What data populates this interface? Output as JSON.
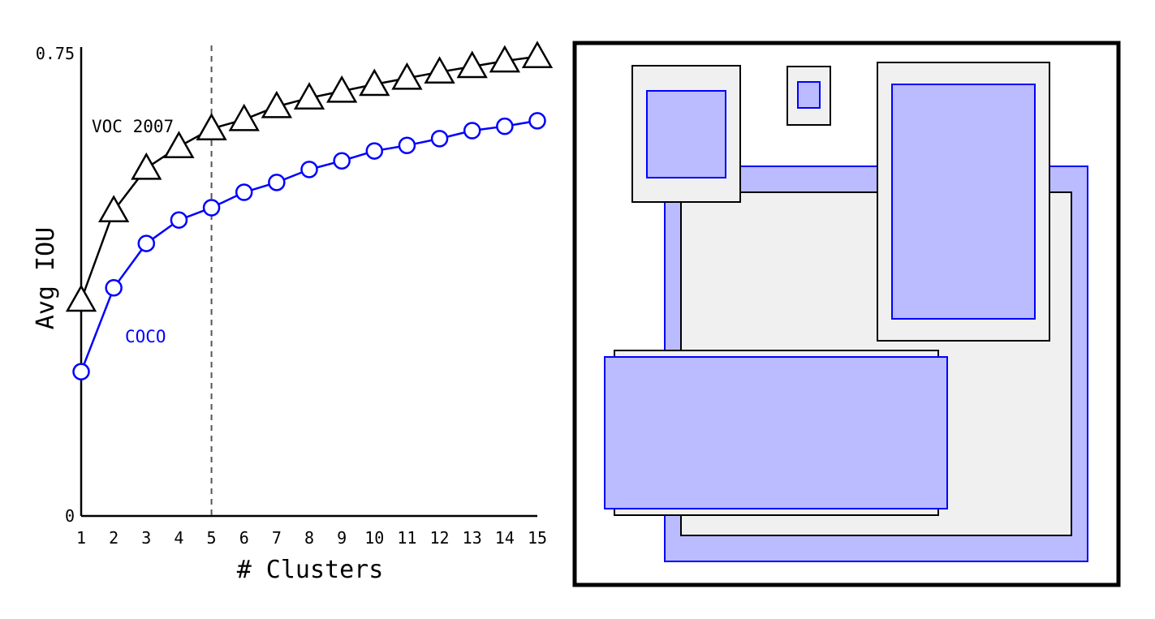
{
  "chart_data": {
    "type": "line",
    "xlabel": "# Clusters",
    "ylabel": "Avg IOU",
    "xlim": [
      1,
      15
    ],
    "ylim": [
      0,
      0.75
    ],
    "x": [
      1,
      2,
      3,
      4,
      5,
      6,
      7,
      8,
      9,
      10,
      11,
      12,
      13,
      14,
      15
    ],
    "x_tick_labels": [
      "1",
      "2",
      "3",
      "4",
      "5",
      "6",
      "7",
      "8",
      "9",
      "10",
      "11",
      "12",
      "13",
      "14",
      "15"
    ],
    "y_tick_labels": [
      "0",
      "0.75"
    ],
    "y_ticks": [
      0,
      0.75
    ],
    "reference_line_x": 5,
    "series": [
      {
        "name": "VOC 2007",
        "color": "#000000",
        "marker": "triangle",
        "values": [
          0.35,
          0.495,
          0.564,
          0.599,
          0.628,
          0.643,
          0.664,
          0.678,
          0.689,
          0.7,
          0.71,
          0.72,
          0.729,
          0.738,
          0.745
        ]
      },
      {
        "name": "COCO",
        "color": "#0000ff",
        "marker": "circle",
        "values": [
          0.234,
          0.37,
          0.442,
          0.48,
          0.5,
          0.525,
          0.541,
          0.562,
          0.576,
          0.592,
          0.601,
          0.612,
          0.625,
          0.632,
          0.641
        ]
      }
    ],
    "grid": false
  },
  "diagram": {
    "box_colors": {
      "voc_fill": "#f0f0f0",
      "voc_stroke": "#000000",
      "coco_fill": "#bbbbff",
      "coco_stroke": "#0000ff"
    }
  }
}
